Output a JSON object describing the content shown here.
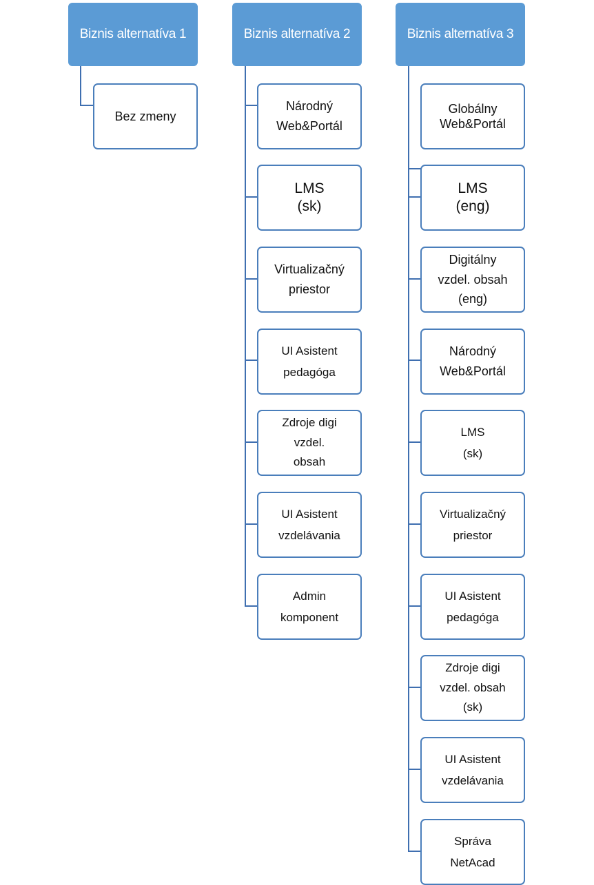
{
  "columns": [
    {
      "header": "Biznis alternatíva 1",
      "items": [
        "Bez zmeny"
      ]
    },
    {
      "header": "Biznis alternatíva 2",
      "items": [
        "Národný\nWeb&Portál",
        "LMS\n(sk)",
        "Virtualizačný\npriestor",
        "UI Asistent\npedagóga",
        "Zdroje digi\nvzdel.\nobsah",
        "UI Asistent\nvzdelávania",
        "Admin\nkomponent"
      ]
    },
    {
      "header": "Biznis alternatíva 3",
      "items": [
        "Globálny\nWeb&Portál",
        "LMS\n(eng)",
        "Digitálny\nvzdel. obsah\n(eng)",
        "Národný\nWeb&Portál",
        "LMS\n(sk)",
        "Virtualizačný\npriestor",
        "UI Asistent\npedagóga",
        "Zdroje digi\nvzdel. obsah\n(sk)",
        "UI Asistent\nvzdelávania",
        "Správa\nNetAcad"
      ]
    }
  ],
  "colors": {
    "header_fill": "#5b9bd5",
    "header_text": "#ffffff",
    "box_border": "#4a7ebb",
    "connector": "#3f6fb0"
  }
}
